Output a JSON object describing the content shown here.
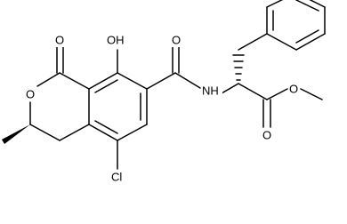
{
  "structure": {
    "atoms": {
      "hydroxyl": "OH",
      "amide_oxygen": "O",
      "amide_nitrogen": "NH",
      "lactone_carbonyl_oxygen": "O",
      "ring_oxygen": "O",
      "chlorine": "Cl",
      "ester_carbonyl_oxygen": "O",
      "ester_oxygen": "O"
    }
  }
}
